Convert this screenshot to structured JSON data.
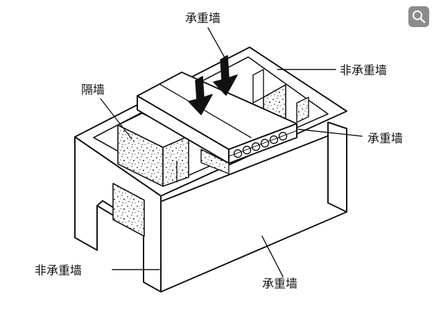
{
  "diagram": {
    "labels": {
      "top_bearing": "承重墙",
      "partition": "隔墙",
      "right_non_bearing": "非承重墙",
      "slab_bearing": "承重墙",
      "left_non_bearing": "非承重墙",
      "front_bearing": "承重墙"
    }
  },
  "toolbar": {
    "zoom_icon": "search-icon"
  },
  "colors": {
    "line": "#111111",
    "background": "#ffffff",
    "zoom_button_bg": "#8c8c8c"
  }
}
